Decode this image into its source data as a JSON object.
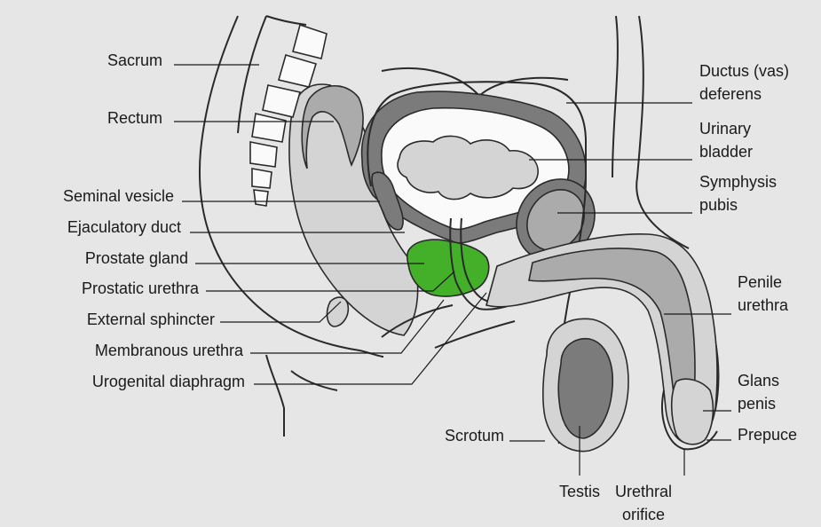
{
  "colors": {
    "background": "#e6e6e6",
    "light_tissue": "#d4d4d4",
    "mid_tissue": "#ababab",
    "dark_tissue": "#7b7b7b",
    "bone": "#fafafa",
    "prostate_highlight": "#44b02a",
    "line": "#1a1a1a"
  },
  "labels": {
    "sacrum": "Sacrum",
    "rectum": "Rectum",
    "seminal_vesicle": "Seminal vesicle",
    "ejaculatory_duct": "Ejaculatory duct",
    "prostate_gland": "Prostate gland",
    "prostatic_urethra": "Prostatic urethra",
    "external_sphincter": "External sphincter",
    "membranous_urethra": "Membranous urethra",
    "urogenital_diaphragm": "Urogenital diaphragm",
    "ductus_deferens_1": "Ductus (vas)",
    "ductus_deferens_2": "deferens",
    "urinary_bladder_1": "Urinary",
    "urinary_bladder_2": "bladder",
    "symphysis_pubis_1": "Symphysis",
    "symphysis_pubis_2": "pubis",
    "penile_urethra_1": "Penile",
    "penile_urethra_2": "urethra",
    "glans_penis_1": "Glans",
    "glans_penis_2": "penis",
    "prepuce": "Prepuce",
    "scrotum": "Scrotum",
    "testis": "Testis",
    "urethral_orifice_1": "Urethral",
    "urethral_orifice_2": "orifice"
  }
}
